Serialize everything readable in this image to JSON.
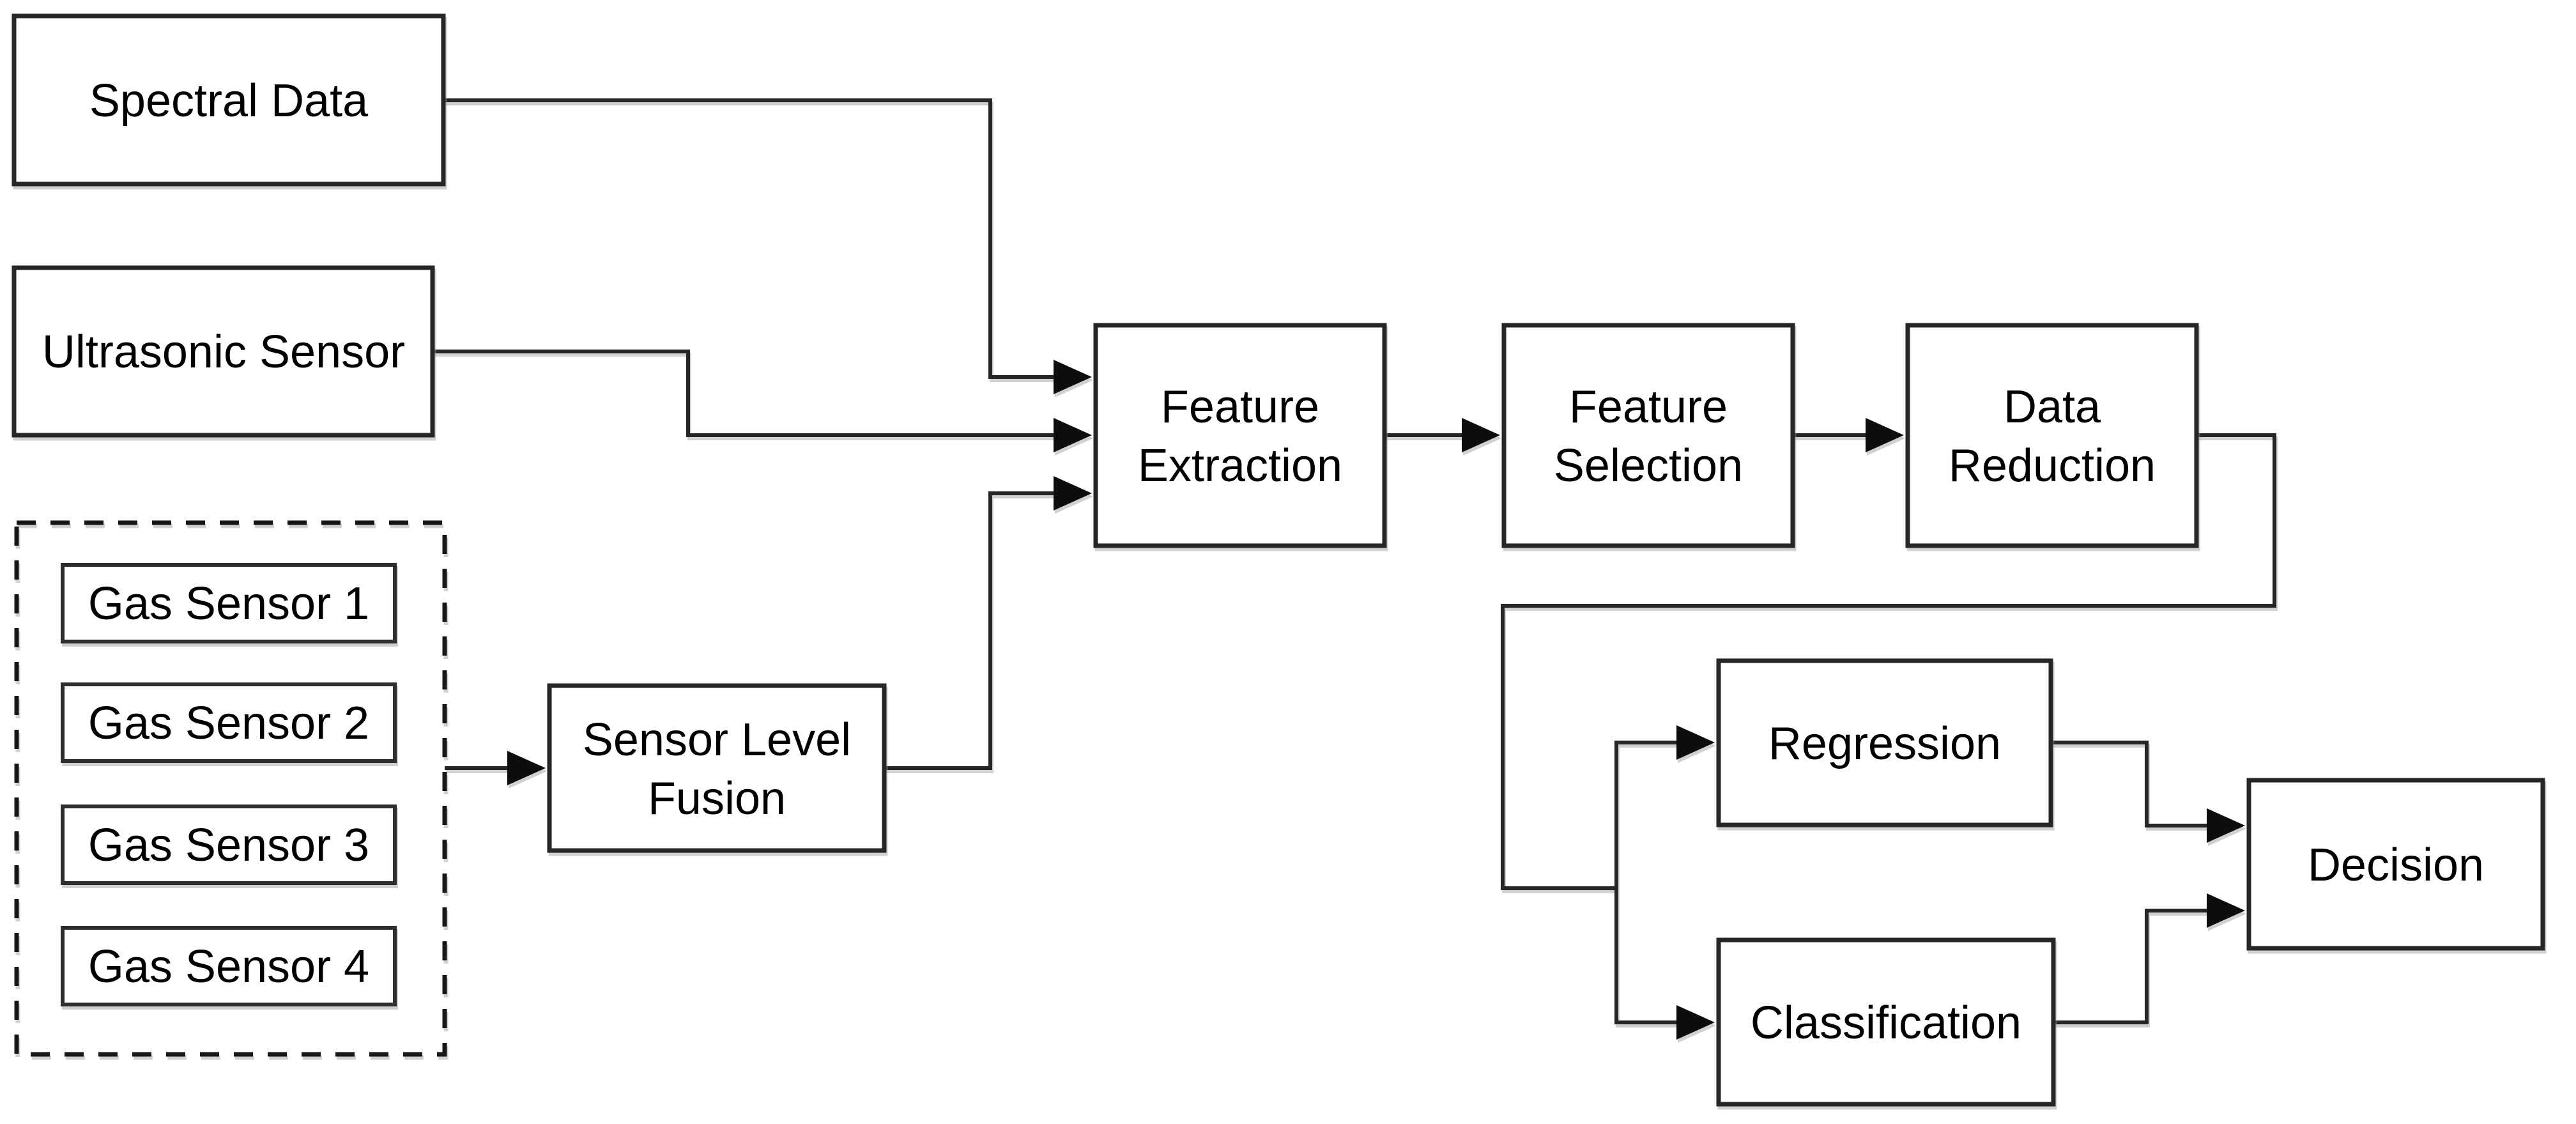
{
  "figure": {
    "type": "flow-diagram",
    "description": "Multi-sensor data fusion pipeline block diagram"
  },
  "colors": {
    "background": "#ffffff",
    "box_border": "#262626",
    "connector": "#262626",
    "arrowhead": "#0b0b0b",
    "text": "#000000",
    "shadow": "#9a9a9a"
  },
  "nodes": {
    "spectral_data": {
      "label": "Spectral Data"
    },
    "ultrasonic_sensor": {
      "label": "Ultrasonic Sensor"
    },
    "gas_sensors": {
      "items": [
        {
          "label": "Gas Sensor 1"
        },
        {
          "label": "Gas Sensor 2"
        },
        {
          "label": "Gas Sensor 3"
        },
        {
          "label": "Gas Sensor 4"
        }
      ]
    },
    "sensor_level_fusion": {
      "lines": [
        "Sensor Level",
        "Fusion"
      ]
    },
    "feature_extraction": {
      "lines": [
        "Feature",
        "Extraction"
      ]
    },
    "feature_selection": {
      "lines": [
        "Feature",
        "Selection"
      ]
    },
    "data_reduction": {
      "lines": [
        "Data",
        "Reduction"
      ]
    },
    "regression": {
      "label": "Regression"
    },
    "classification": {
      "label": "Classification"
    },
    "decision": {
      "label": "Decision"
    }
  },
  "edges": [
    {
      "from": "spectral-data",
      "to": "feature-extraction"
    },
    {
      "from": "ultrasonic-sensor",
      "to": "feature-extraction"
    },
    {
      "from": "gas-sensor-group",
      "to": "sensor-level-fusion"
    },
    {
      "from": "sensor-level-fusion",
      "to": "feature-extraction"
    },
    {
      "from": "feature-extraction",
      "to": "feature-selection"
    },
    {
      "from": "feature-selection",
      "to": "data-reduction"
    },
    {
      "from": "data-reduction",
      "to": "regression"
    },
    {
      "from": "data-reduction",
      "to": "classification"
    },
    {
      "from": "regression",
      "to": "decision"
    },
    {
      "from": "classification",
      "to": "decision"
    }
  ]
}
